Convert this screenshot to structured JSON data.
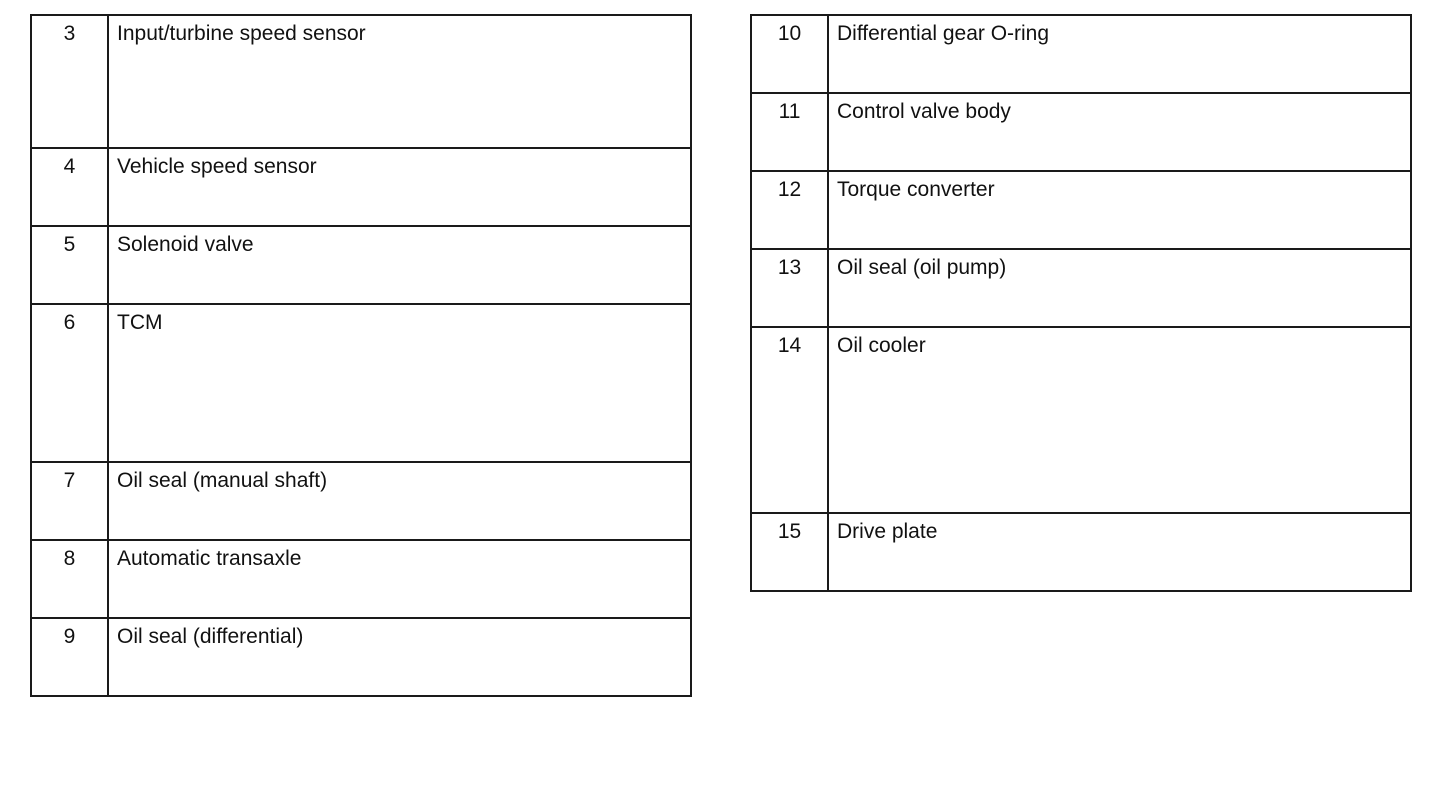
{
  "left_table": {
    "rows": [
      {
        "num": "3",
        "desc": "Input/turbine speed sensor"
      },
      {
        "num": "4",
        "desc": "Vehicle speed sensor"
      },
      {
        "num": "5",
        "desc": "Solenoid valve"
      },
      {
        "num": "6",
        "desc": "TCM"
      },
      {
        "num": "7",
        "desc": "Oil seal (manual shaft)"
      },
      {
        "num": "8",
        "desc": "Automatic transaxle"
      },
      {
        "num": "9",
        "desc": "Oil seal (differential)"
      }
    ]
  },
  "right_table": {
    "rows": [
      {
        "num": "10",
        "desc": "Differential gear O-ring"
      },
      {
        "num": "11",
        "desc": "Control valve body"
      },
      {
        "num": "12",
        "desc": "Torque converter"
      },
      {
        "num": "13",
        "desc": "Oil seal (oil pump)"
      },
      {
        "num": "14",
        "desc": "Oil cooler"
      },
      {
        "num": "15",
        "desc": "Drive plate"
      }
    ]
  }
}
